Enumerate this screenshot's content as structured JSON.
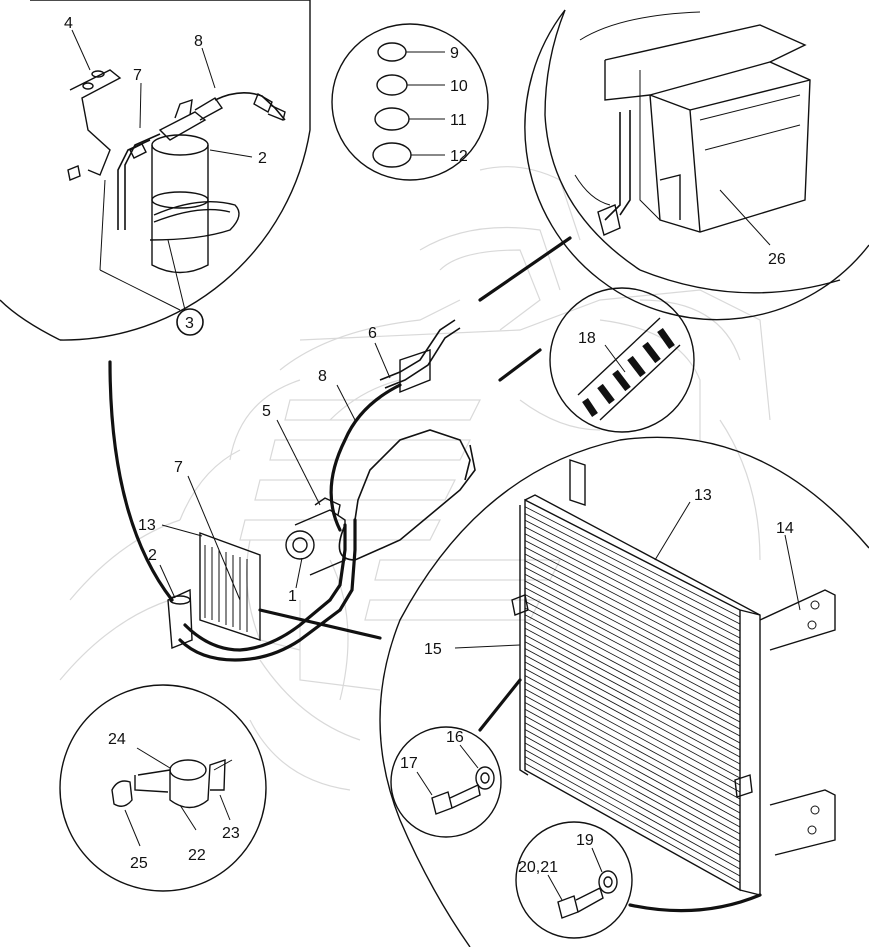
{
  "diagram": {
    "callouts": {
      "c1": "1",
      "c2_main": "2",
      "c2_detail": "2",
      "c3": "3",
      "c4": "4",
      "c5": "5",
      "c6": "6",
      "c7_main": "7",
      "c7_detail": "7",
      "c8_main": "8",
      "c8_detail": "8",
      "c9": "9",
      "c10": "10",
      "c11": "11",
      "c12": "12",
      "c13_main": "13",
      "c13_detail": "13",
      "c14": "14",
      "c15": "15",
      "c16": "16",
      "c17": "17",
      "c18": "18",
      "c19": "19",
      "c20_21": "20,21",
      "c22": "22",
      "c23": "23",
      "c24": "24",
      "c25": "25",
      "c26": "26"
    },
    "colors": {
      "line": "#111111",
      "background_lines": "#d9d9d9",
      "paper": "#ffffff"
    }
  }
}
